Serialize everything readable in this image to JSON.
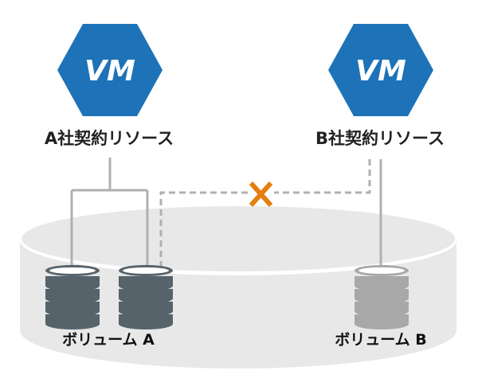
{
  "vm_a": {
    "text": "VM",
    "label": "A社契約リソース"
  },
  "vm_b": {
    "text": "VM",
    "label": "B社契約リソース"
  },
  "volume_a": {
    "label": "ボリューム A"
  },
  "volume_b": {
    "label": "ボリューム B"
  },
  "colors": {
    "hex": "#1e73b8",
    "db_active": "#56636b",
    "db_inactive": "#a8a8a8",
    "line": "#b0b0b0",
    "cross": "#e57e0e",
    "storage": "#e8e8e8"
  },
  "blocked_access_marker": "×"
}
